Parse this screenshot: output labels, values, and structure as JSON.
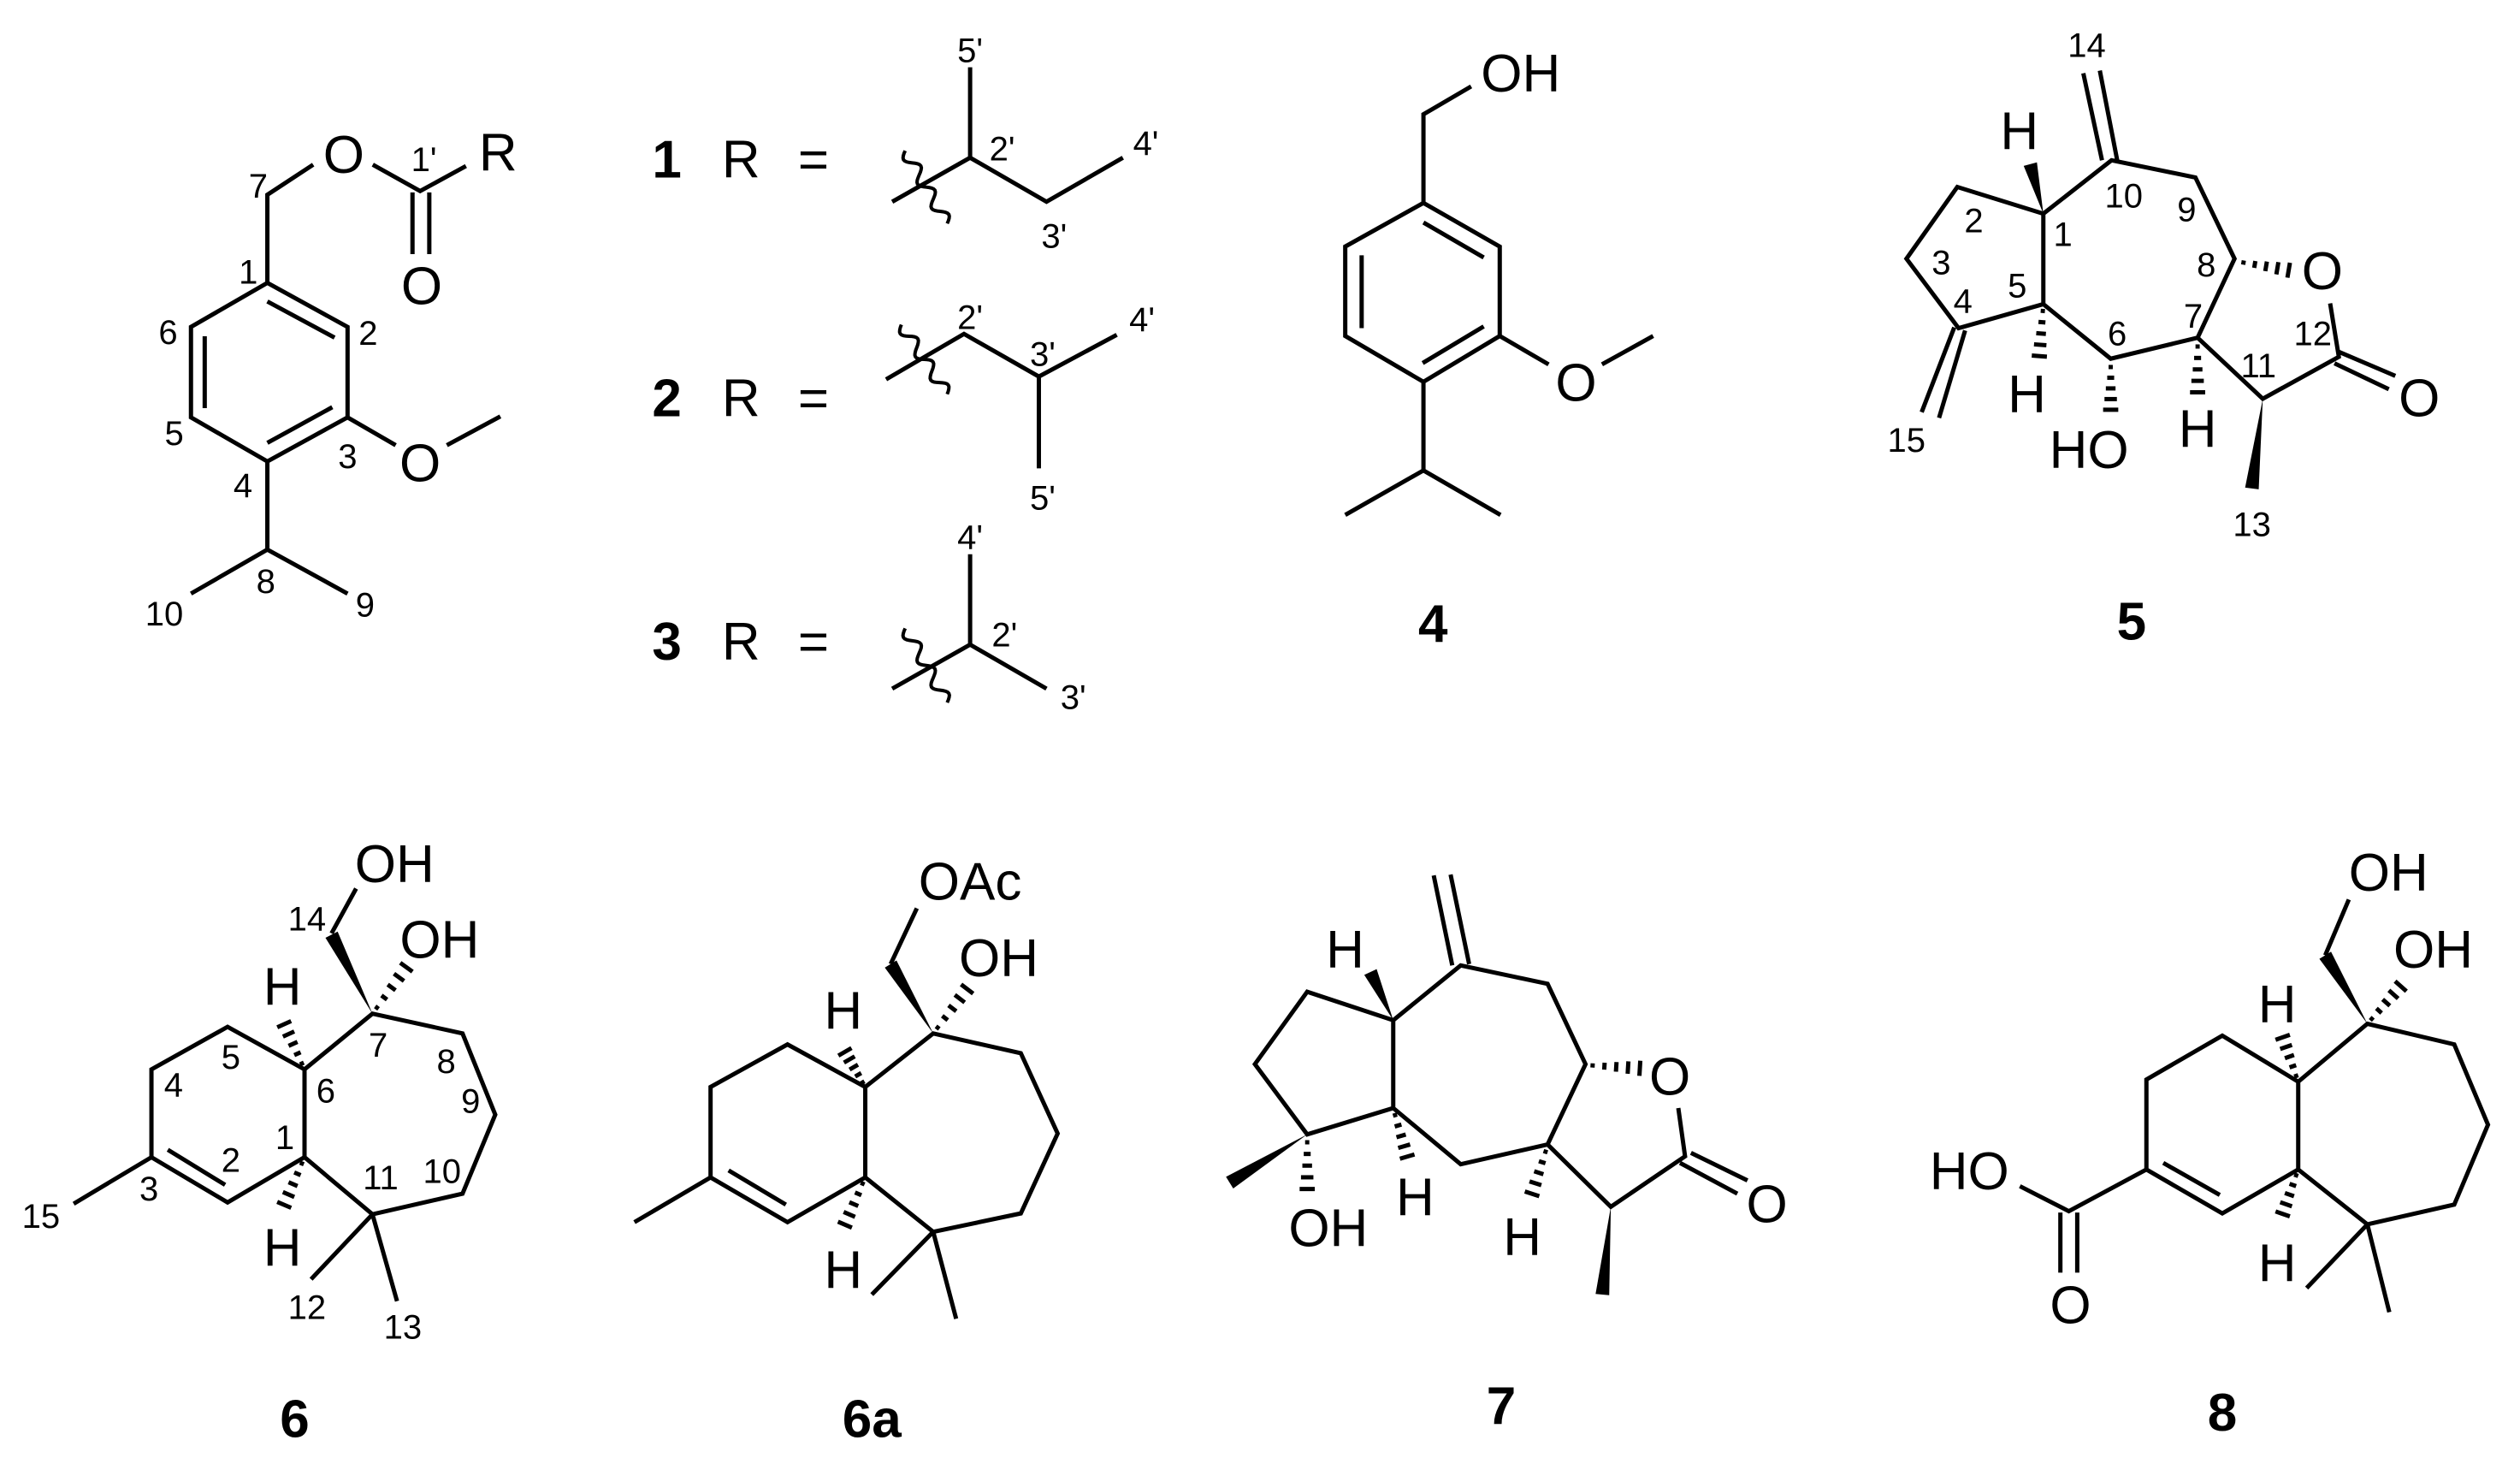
{
  "template": {
    "atoms": [
      "O",
      "O",
      "R",
      "O"
    ],
    "numbers": [
      "7",
      "1'",
      "1",
      "2",
      "6",
      "5",
      "3",
      "4",
      "8",
      "10",
      "9"
    ]
  },
  "r_groups": [
    {
      "label": "1",
      "r": "R",
      "eq": "=",
      "numbers": [
        "5'",
        "2'",
        "3'",
        "4'"
      ]
    },
    {
      "label": "2",
      "r": "R",
      "eq": "=",
      "numbers": [
        "2'",
        "3'",
        "4'",
        "5'"
      ]
    },
    {
      "label": "3",
      "r": "R",
      "eq": "=",
      "numbers": [
        "4'",
        "2'",
        "3'"
      ]
    }
  ],
  "m4": {
    "label": "4",
    "atoms": [
      "OH",
      "O"
    ]
  },
  "m5": {
    "label": "5",
    "atoms": [
      "H",
      "H",
      "HO",
      "H",
      "O",
      "O"
    ],
    "numbers": [
      "14",
      "10",
      "9",
      "8",
      "7",
      "6",
      "5",
      "4",
      "3",
      "2",
      "1",
      "11",
      "12",
      "13",
      "15"
    ]
  },
  "m6": {
    "label": "6",
    "atoms": [
      "OH",
      "OH",
      "H",
      "H"
    ],
    "numbers": [
      "14",
      "7",
      "8",
      "9",
      "10",
      "11",
      "6",
      "5",
      "4",
      "1",
      "2",
      "3",
      "15",
      "12",
      "13"
    ]
  },
  "m6a": {
    "label": "6a",
    "atoms": [
      "OAc",
      "OH",
      "H",
      "H"
    ]
  },
  "m7": {
    "label": "7",
    "atoms": [
      "H",
      "H",
      "H",
      "OH",
      "O",
      "O"
    ]
  },
  "m8": {
    "label": "8",
    "atoms": [
      "HO",
      "O",
      "OH",
      "OH",
      "H",
      "H"
    ]
  },
  "colors": {
    "ink": "#000000",
    "background": "#ffffff"
  }
}
